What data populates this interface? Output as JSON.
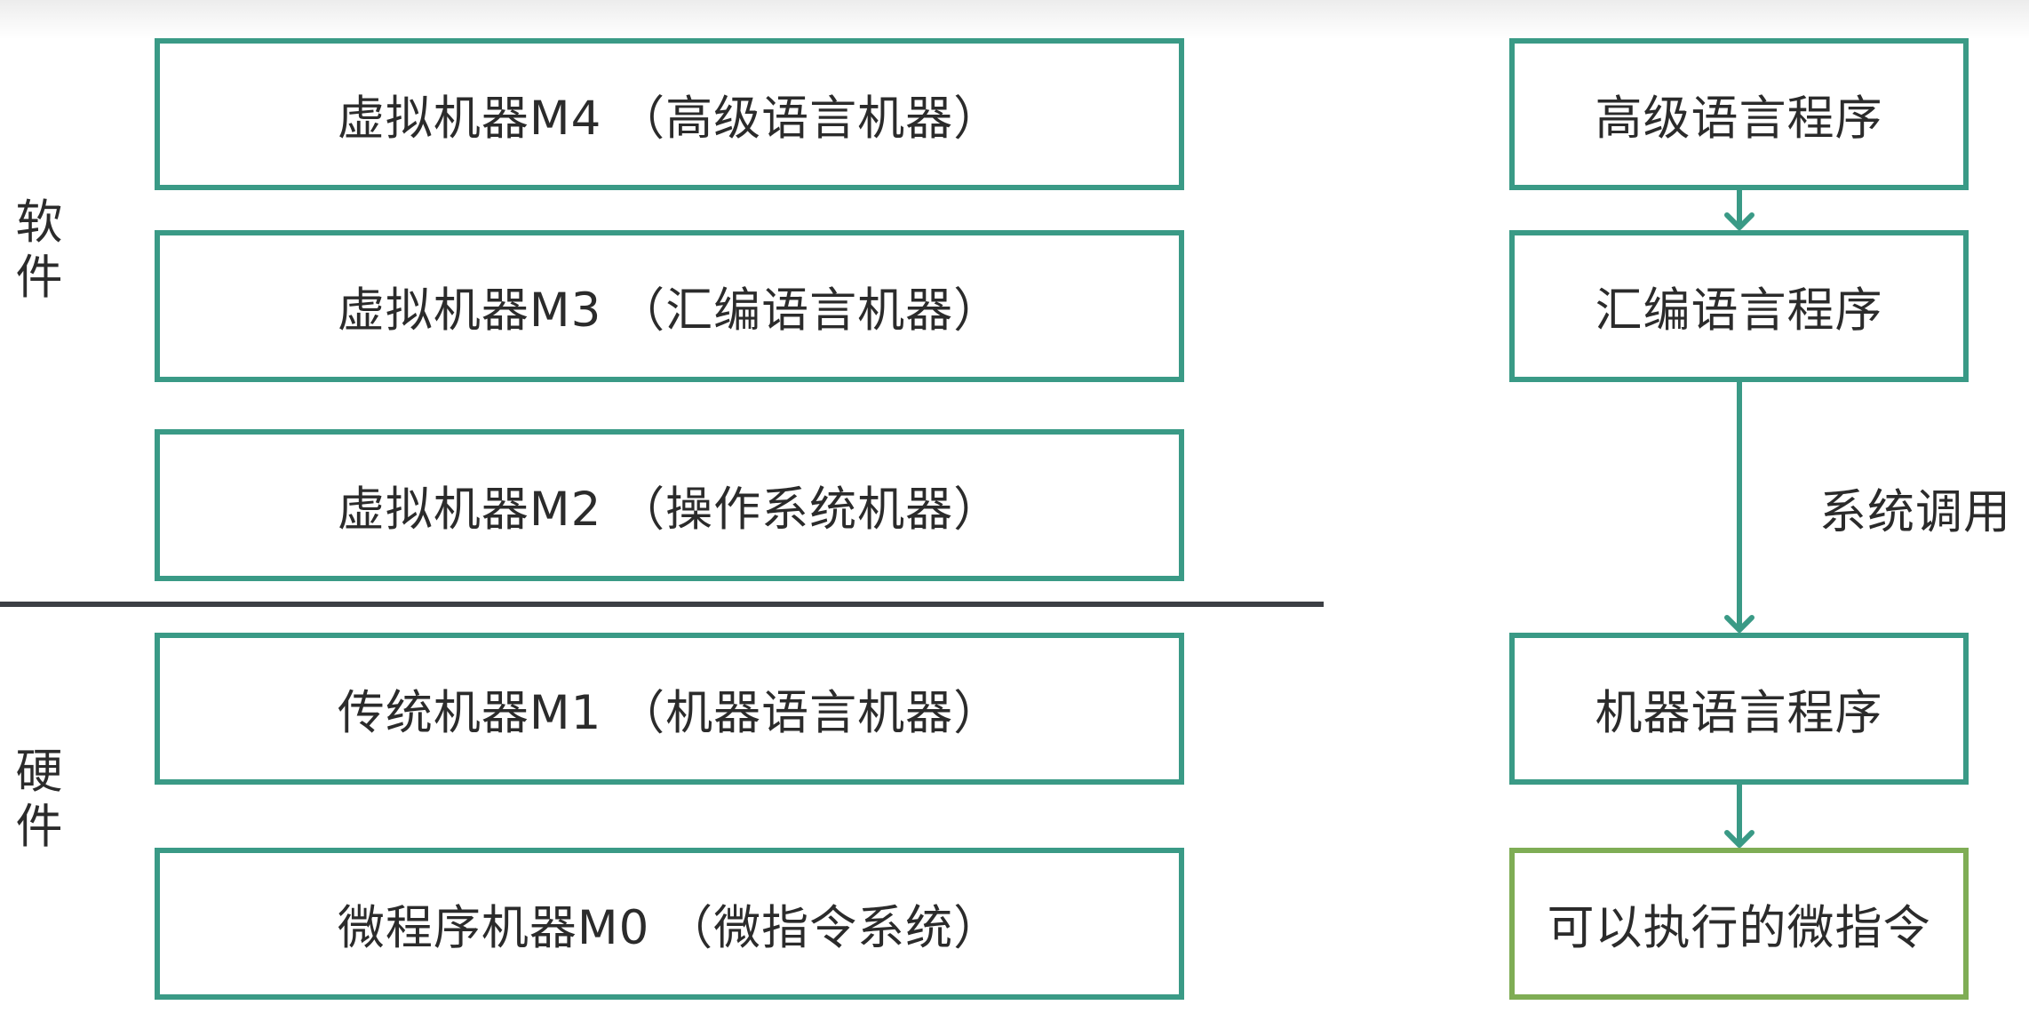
{
  "left_stack": {
    "layers": [
      {
        "id": "m4",
        "label": "虚拟机器M4 （高级语言机器）"
      },
      {
        "id": "m3",
        "label": "虚拟机器M3 （汇编语言机器）"
      },
      {
        "id": "m2",
        "label": "虚拟机器M2 （操作系统机器）"
      },
      {
        "id": "m1",
        "label": "传统机器M1 （机器语言机器）"
      },
      {
        "id": "m0",
        "label": "微程序机器M0 （微指令系统）"
      }
    ],
    "software_label": [
      "软",
      "件"
    ],
    "hardware_label": [
      "硬",
      "件"
    ]
  },
  "right_flow": {
    "nodes": [
      {
        "id": "high",
        "label": "高级语言程序"
      },
      {
        "id": "asm",
        "label": "汇编语言程序"
      },
      {
        "id": "machine",
        "label": "机器语言程序"
      },
      {
        "id": "micro",
        "label": "可以执行的微指令"
      }
    ],
    "edge_label_asm_to_machine": "系统调用"
  },
  "colors": {
    "box_border": "#3a9a86",
    "final_box_border": "#7fad55",
    "arrow": "#3a9a86",
    "divider": "#3c3f44",
    "text": "#2b2b2b"
  }
}
